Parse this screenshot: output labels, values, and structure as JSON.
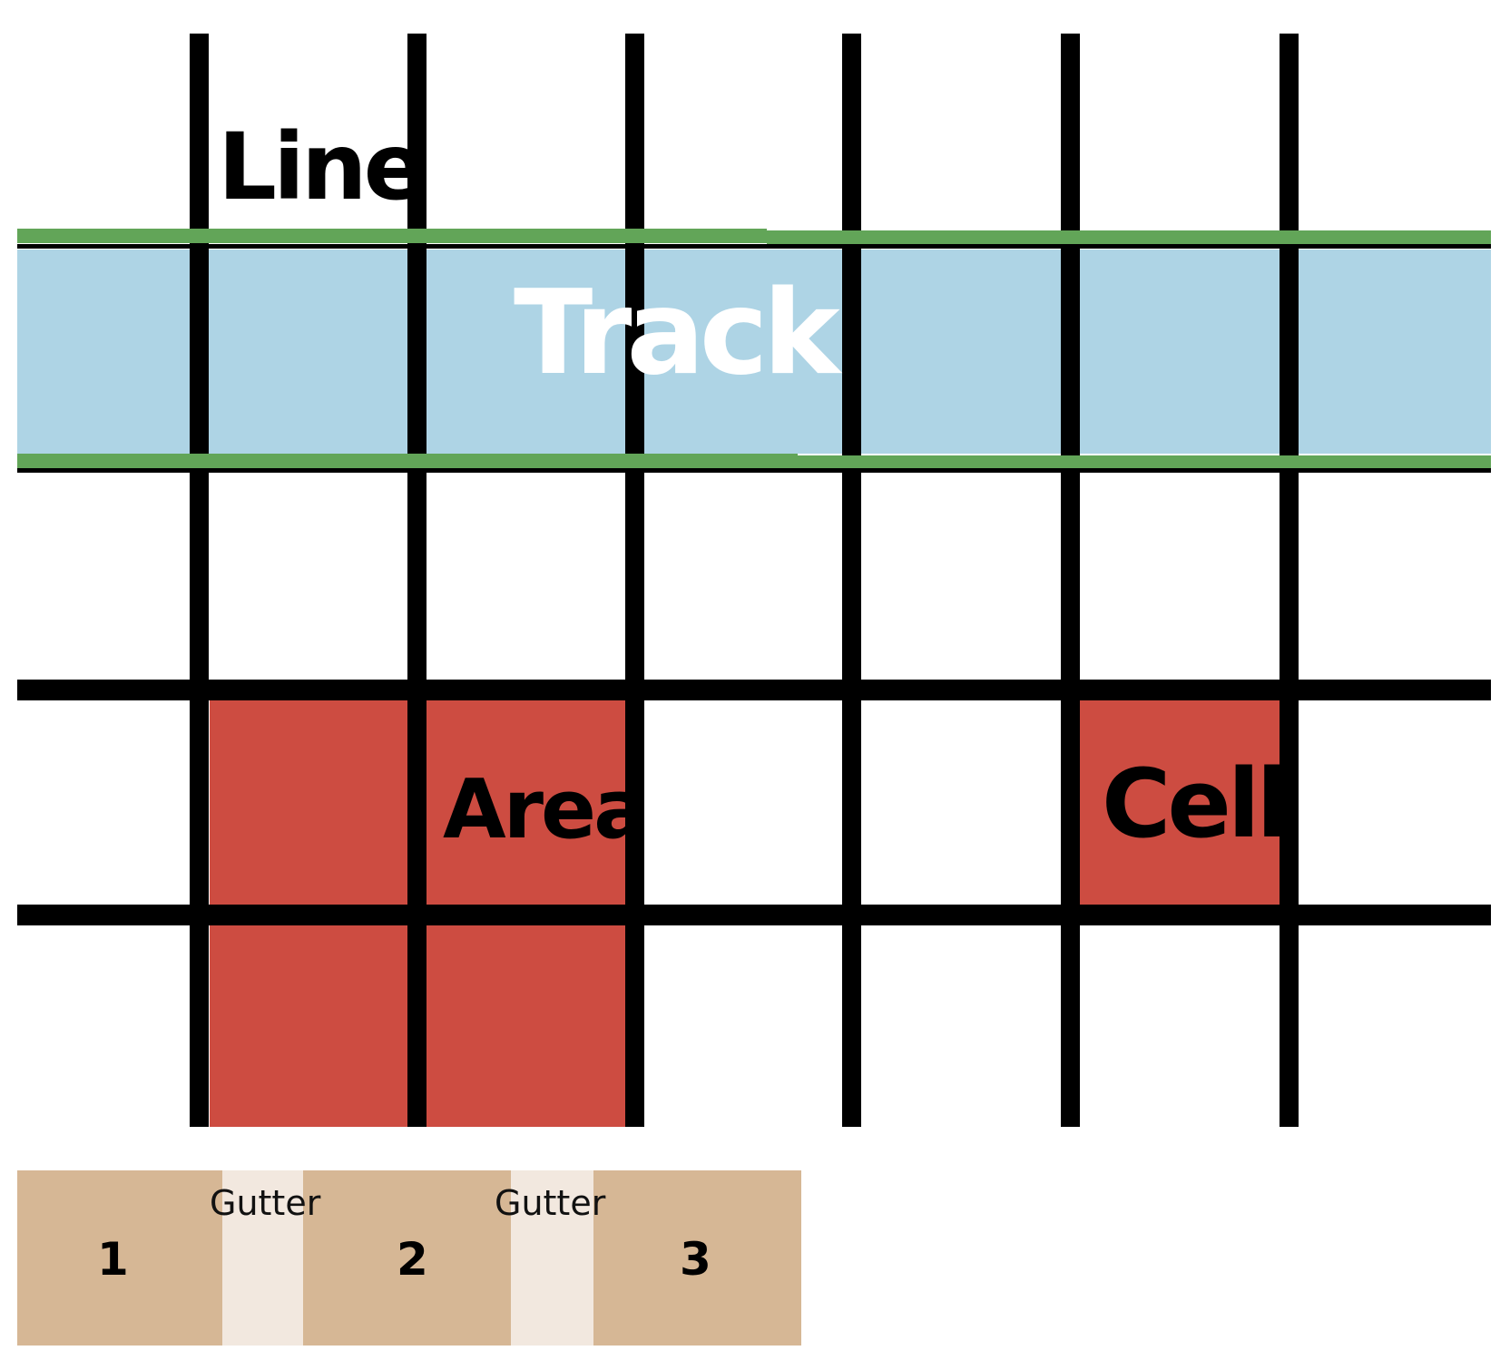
{
  "diagram": {
    "title": "CSS Grid terminology",
    "labels": {
      "line": "Line",
      "track": "Track",
      "area": "Area",
      "cell": "Cell"
    },
    "grid": {
      "columns": 7,
      "rows": 4,
      "highlighted_track_row": 1,
      "area": {
        "row_start": 3,
        "row_end": 4,
        "col_start": 2,
        "col_end": 3
      },
      "cell": {
        "row": 3,
        "col": 6
      }
    },
    "legend": {
      "columns": [
        "1",
        "2",
        "3"
      ],
      "gutters": [
        "Gutter",
        "Gutter"
      ]
    },
    "colors": {
      "line": "#000000",
      "track_fill": "#aed4e5",
      "track_border": "#62a558",
      "area_fill": "#cd4c41",
      "legend_column": "#d6b795",
      "legend_gutter": "#f2e8df",
      "track_text": "#ffffff",
      "text": "#000000"
    }
  }
}
